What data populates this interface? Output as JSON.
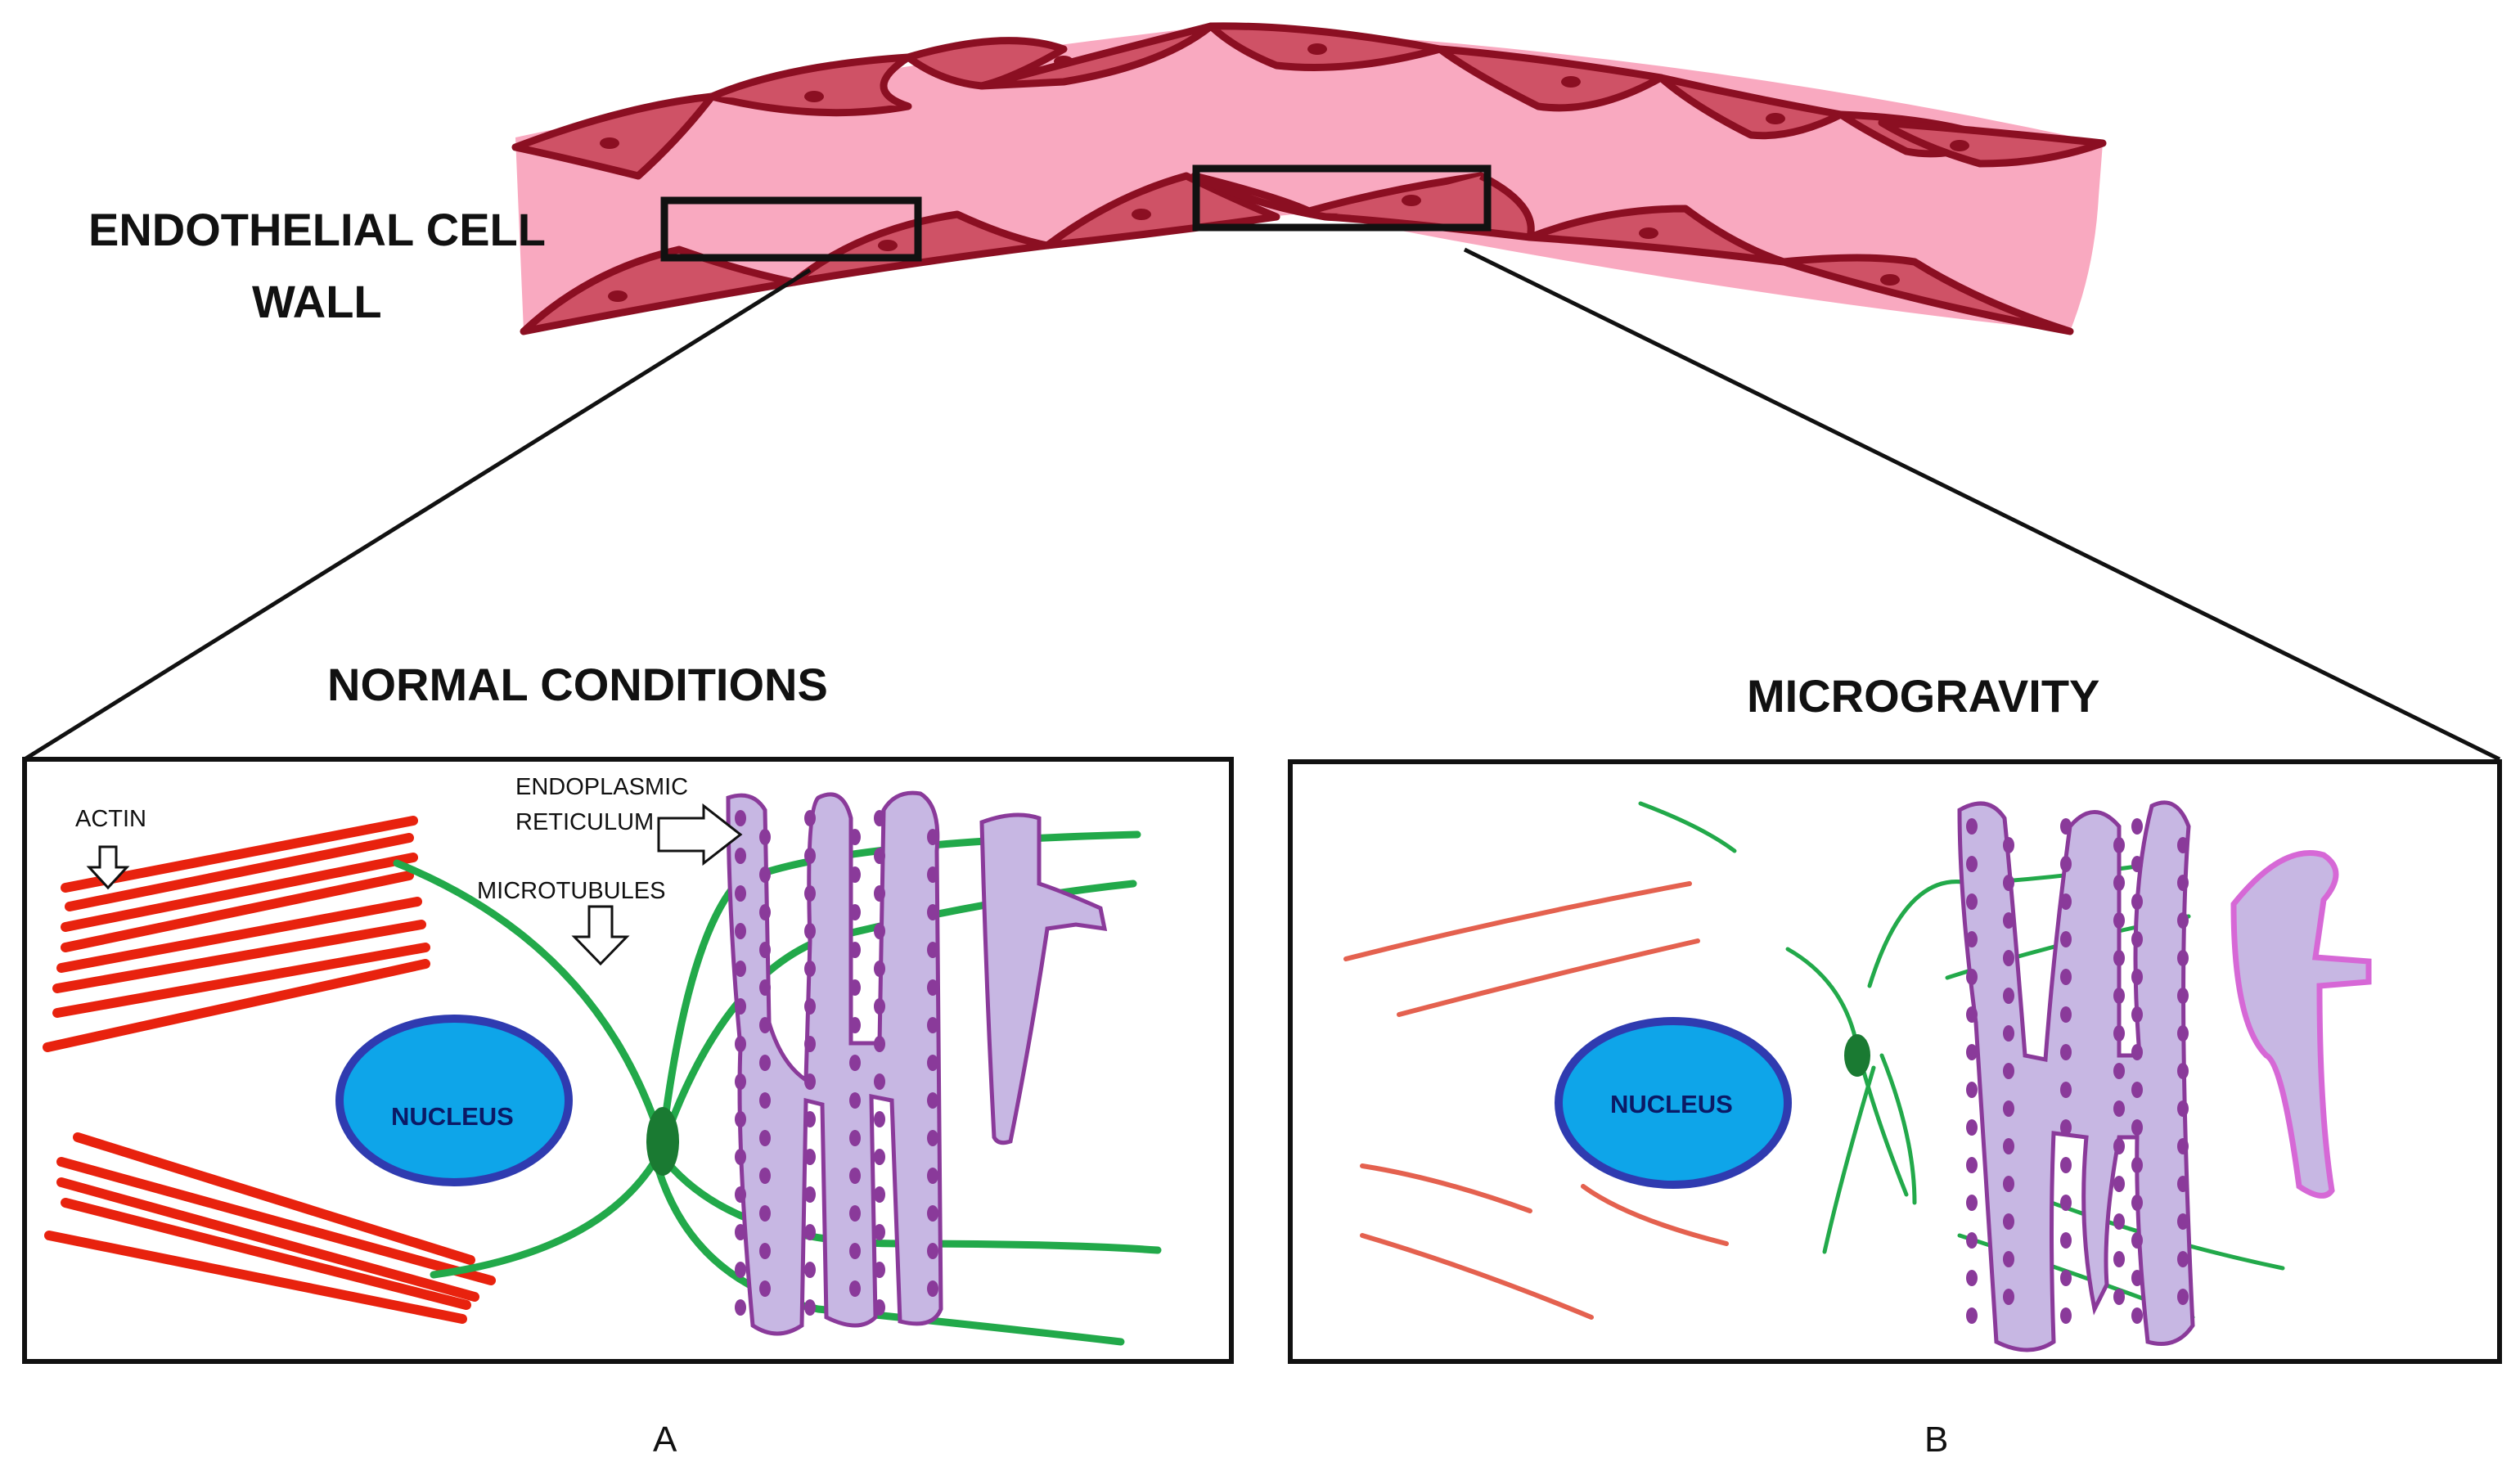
{
  "labels": {
    "wall_line1": "ENDOTHELIAL CELL",
    "wall_line2": "WALL",
    "panel_a_title": "NORMAL CONDITIONS",
    "panel_b_title": "MICROGRAVITY",
    "actin": "ACTIN",
    "er_line1": "ENDOPLASMIC",
    "er_line2": "RETICULUM",
    "microtubules": "MICROTUBULES",
    "nucleus_a": "NUCLEUS",
    "nucleus_b": "NUCLEUS",
    "panel_a_letter": "A",
    "panel_b_letter": "B"
  },
  "colors": {
    "vessel_fill": "#f9a9c0",
    "cell_fill": "#cf5266",
    "cell_outline": "#8b0f22",
    "actin": "#e8220e",
    "actin_micro": "#e4614f",
    "microtubule": "#22a94a",
    "centrosome": "#1a7a32",
    "er_fill": "#c7b7e3",
    "er_outline": "#8a3a9a",
    "nucleus_fill": "#0ea5e9",
    "nucleus_outline": "#2f3bb0"
  },
  "icons": [
    "down-arrow-icon",
    "right-arrow-icon"
  ]
}
